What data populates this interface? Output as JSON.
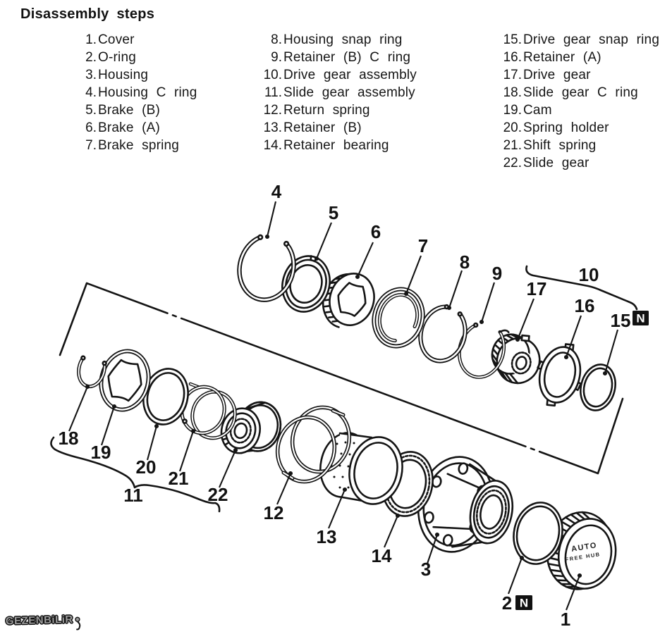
{
  "title": "Disassembly steps",
  "parts_columns": [
    {
      "items": [
        {
          "num": "1.",
          "label": "Cover"
        },
        {
          "num": "2.",
          "label": "O-ring"
        },
        {
          "num": "3.",
          "label": "Housing"
        },
        {
          "num": "4.",
          "label": "Housing C ring"
        },
        {
          "num": "5.",
          "label": "Brake (B)"
        },
        {
          "num": "6.",
          "label": "Brake (A)"
        },
        {
          "num": "7.",
          "label": "Brake spring"
        }
      ]
    },
    {
      "items": [
        {
          "num": "8.",
          "label": "Housing snap ring"
        },
        {
          "num": "9.",
          "label": "Retainer (B) C ring"
        },
        {
          "num": "10.",
          "label": "Drive gear assembly"
        },
        {
          "num": "11.",
          "label": "Slide gear assembly"
        },
        {
          "num": "12.",
          "label": "Return spring"
        },
        {
          "num": "13.",
          "label": "Retainer (B)"
        },
        {
          "num": "14.",
          "label": "Retainer bearing"
        }
      ]
    },
    {
      "items": [
        {
          "num": "15.",
          "label": "Drive gear snap ring"
        },
        {
          "num": "16.",
          "label": "Retainer (A)"
        },
        {
          "num": "17.",
          "label": "Drive gear"
        },
        {
          "num": "18.",
          "label": "Slide gear C ring"
        },
        {
          "num": "19.",
          "label": "Cam"
        },
        {
          "num": "20.",
          "label": "Spring holder"
        },
        {
          "num": "21.",
          "label": "Shift spring"
        },
        {
          "num": "22.",
          "label": "Slide gear"
        }
      ]
    }
  ],
  "diagram": {
    "callouts": {
      "c1": "1",
      "c2": "2",
      "c3": "3",
      "c4": "4",
      "c5": "5",
      "c6": "6",
      "c7": "7",
      "c8": "8",
      "c9": "9",
      "c10": "10",
      "c11": "11",
      "c12": "12",
      "c13": "13",
      "c14": "14",
      "c15": "15",
      "c16": "16",
      "c17": "17",
      "c18": "18",
      "c19": "19",
      "c20": "20",
      "c21": "21",
      "c22": "22"
    },
    "n_badge": "N",
    "cover_text": {
      "line1": "AUTO",
      "line2": "FREE HUB"
    }
  },
  "watermark": "GEZENBiLiR",
  "colors": {
    "ink": "#141414",
    "paper": "#ffffff",
    "badge_bg": "#111111",
    "badge_fg": "#ffffff",
    "watermark_fill": "#9a9a9a"
  }
}
